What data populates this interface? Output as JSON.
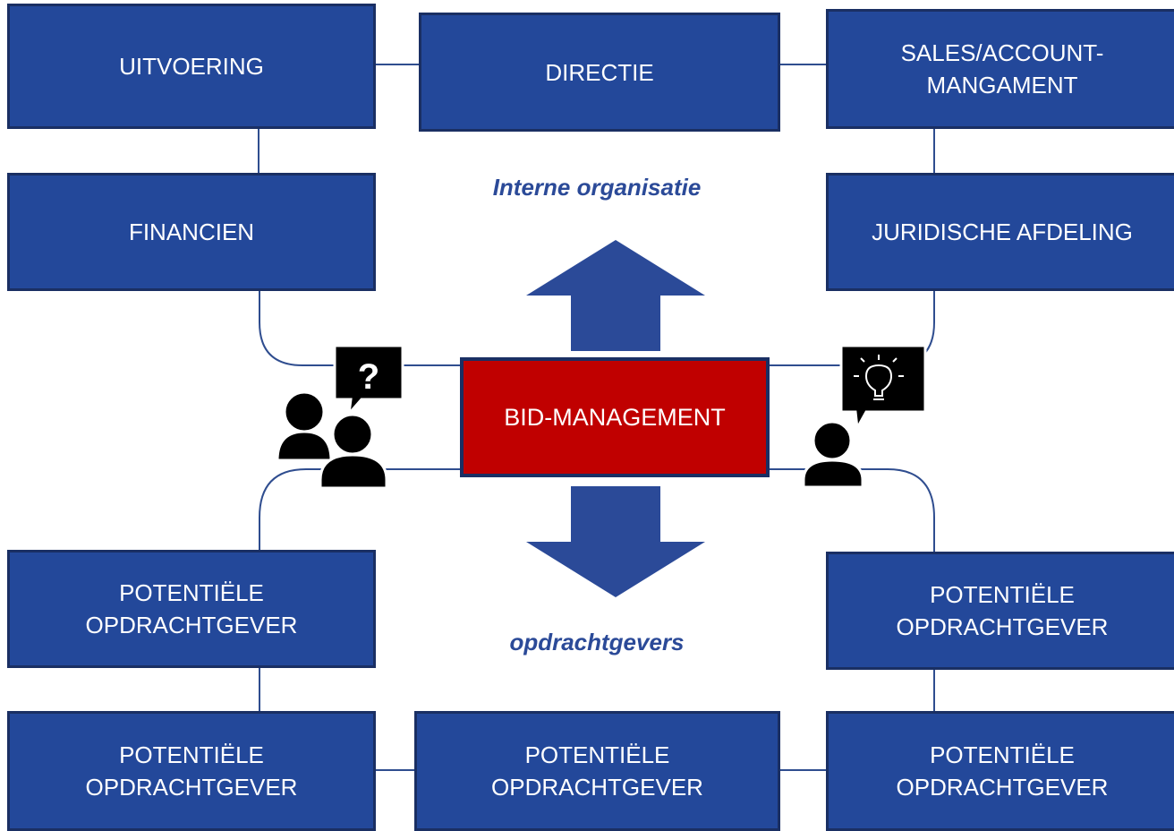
{
  "colors": {
    "box_fill": "#23489a",
    "box_border": "#1a2f63",
    "center_fill": "#c00000",
    "label_text": "#2b4a98"
  },
  "internal": {
    "label": "Interne organisatie",
    "uitvoering": "UITVOERING",
    "directie": "DIRECTIE",
    "sales_line1": "SALES/ACCOUNT-",
    "sales_line2": "MANGAMENT",
    "financien": "FINANCIEN",
    "juridisch": "JURIDISCHE AFDELING"
  },
  "center": {
    "label": "BID-MANAGEMENT"
  },
  "clients": {
    "label": "opdrachtgevers",
    "line1": "POTENTIËLE",
    "line2": "OPDRACHTGEVER"
  },
  "icons": [
    "people-question-icon",
    "person-lightbulb-icon",
    "arrow-up-icon",
    "arrow-down-icon"
  ]
}
